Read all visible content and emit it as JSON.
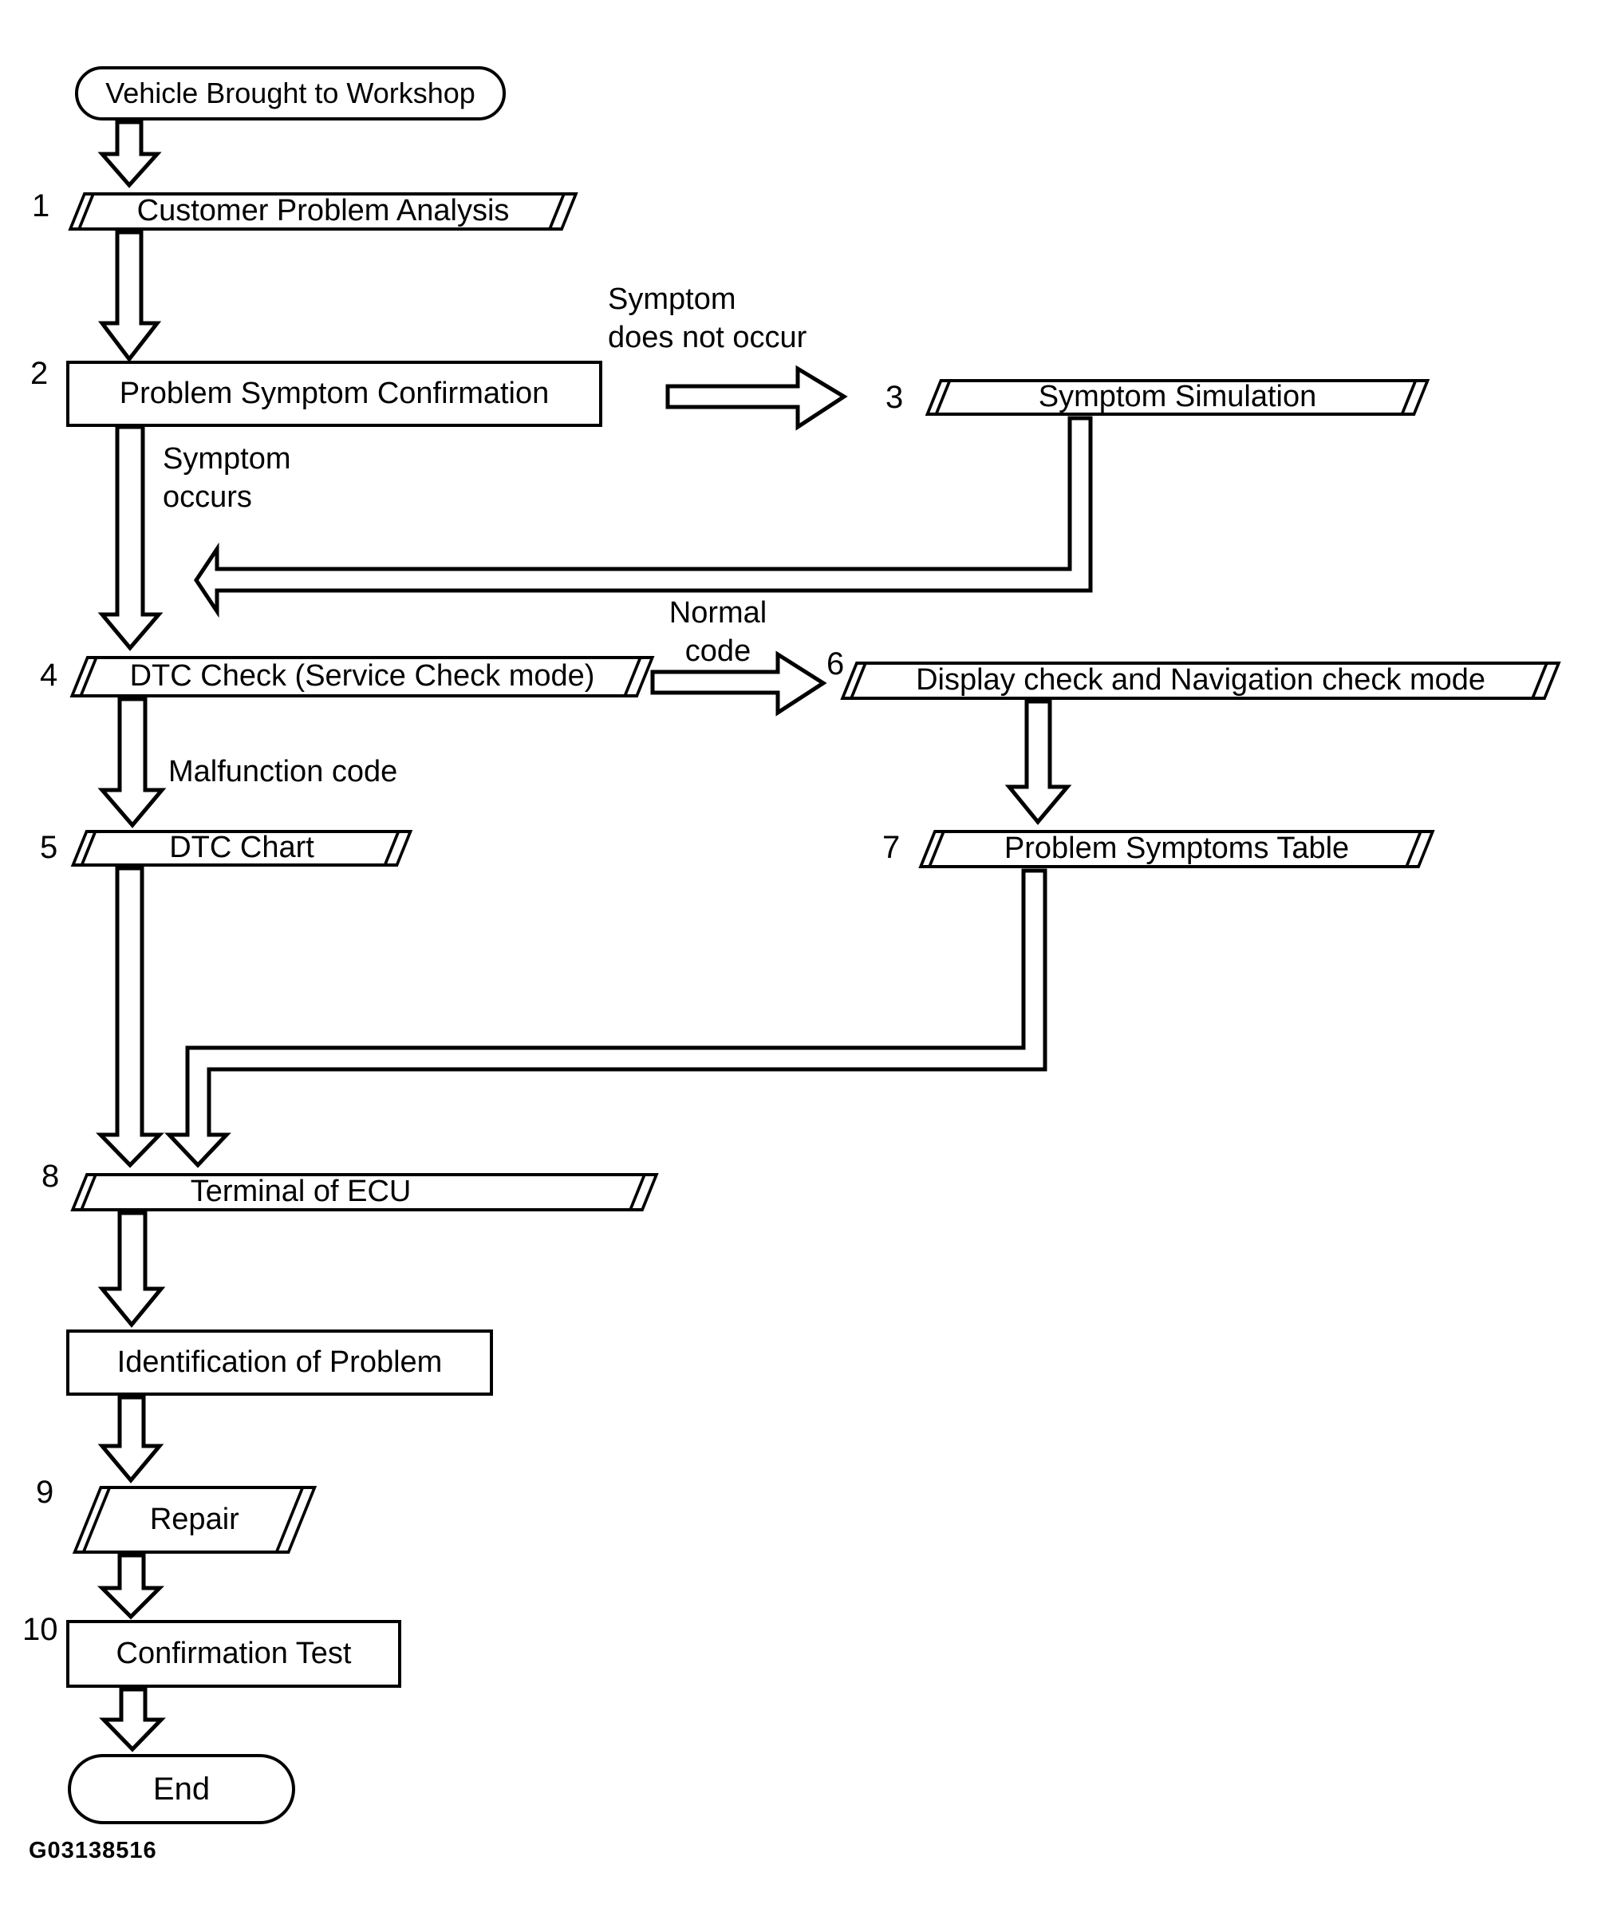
{
  "diagram": {
    "title": "Vehicle diagnostic troubleshooting flowchart",
    "colors": {
      "ink": "#000000",
      "background": "#ffffff"
    },
    "nodes": {
      "start": {
        "label": "Vehicle Brought to Workshop"
      },
      "customer_problem_analysis": {
        "number": "1",
        "label": "Customer Problem Analysis"
      },
      "problem_symptom_confirmation": {
        "number": "2",
        "label": "Problem Symptom Confirmation"
      },
      "symptom_simulation": {
        "number": "3",
        "label": "Symptom Simulation"
      },
      "dtc_check": {
        "number": "4",
        "label": "DTC Check (Service Check mode)"
      },
      "dtc_chart": {
        "number": "5",
        "label": "DTC Chart"
      },
      "display_check": {
        "number": "6",
        "label": "Display check and Navigation check mode"
      },
      "problem_symptoms_table": {
        "number": "7",
        "label": "Problem Symptoms Table"
      },
      "terminal_of_ecu": {
        "number": "8",
        "label": "Terminal of ECU"
      },
      "identification_of_problem": {
        "label": "Identification of Problem"
      },
      "repair": {
        "number": "9",
        "label": "Repair"
      },
      "confirmation_test": {
        "number": "10",
        "label": "Confirmation Test"
      },
      "end": {
        "label": "End"
      }
    },
    "edge_labels": {
      "symptom_does_not_occur": "Symptom\ndoes not occur",
      "symptom_occurs": "Symptom\noccurs",
      "normal_code": "Normal\ncode",
      "malfunction_code": "Malfunction code"
    },
    "figure_code": "G03138516"
  }
}
